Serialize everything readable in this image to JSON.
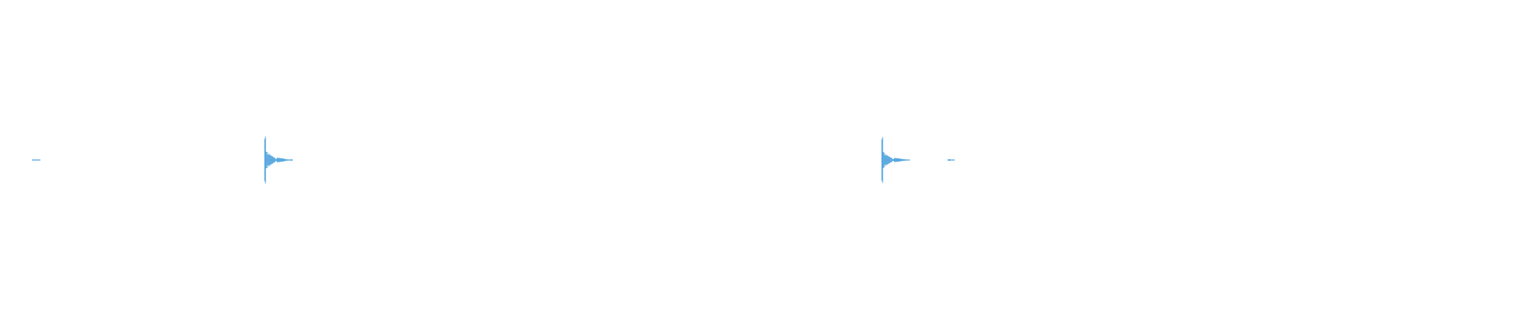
{
  "colors": {
    "background": "#ffffff",
    "waveform": "#5aa9e0"
  },
  "waveform": {
    "duration_s": 100,
    "segments": [
      {
        "start_s": 2.1,
        "end_s": 2.6,
        "peak": 0.02
      },
      {
        "start_s": 17.2,
        "end_s": 17.3,
        "peak": 1.0
      },
      {
        "start_s": 17.3,
        "end_s": 18.0,
        "peak": 0.25
      },
      {
        "start_s": 18.0,
        "end_s": 18.9,
        "peak": 0.08
      },
      {
        "start_s": 18.9,
        "end_s": 19.0,
        "peak": 0.03
      },
      {
        "start_s": 57.3,
        "end_s": 57.4,
        "peak": 0.98
      },
      {
        "start_s": 57.4,
        "end_s": 58.1,
        "peak": 0.22
      },
      {
        "start_s": 58.1,
        "end_s": 59.1,
        "peak": 0.07
      },
      {
        "start_s": 61.6,
        "end_s": 62.0,
        "peak": 0.03
      }
    ]
  }
}
